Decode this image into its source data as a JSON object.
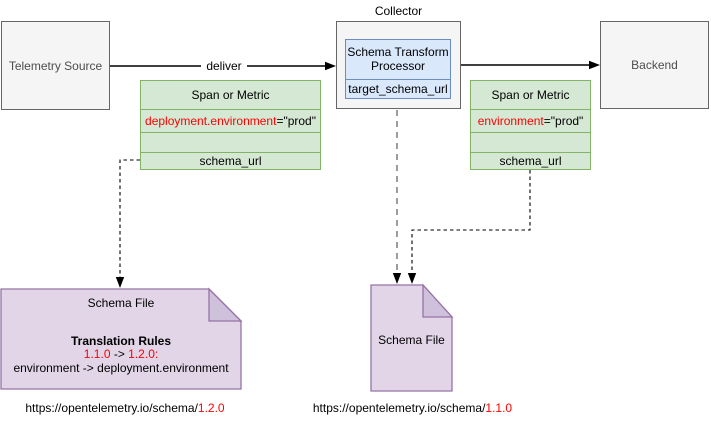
{
  "nodes": {
    "telemetry_source": "Telemetry Source",
    "backend": "Backend",
    "collector_label": "Collector",
    "processor_title": "Schema Transform Processor",
    "processor_row": "target_schema_url"
  },
  "edges": {
    "deliver_label": "deliver"
  },
  "span_tables": {
    "left": {
      "header": "Span or Metric",
      "attr_key": "deployment.environment",
      "attr_value": "=\"prod\"",
      "schema_row": "schema_url"
    },
    "right": {
      "header": "Span or Metric",
      "attr_key": "environment",
      "attr_value": "=\"prod\"",
      "schema_row": "schema_url"
    }
  },
  "schema_files": {
    "left": {
      "title": "Schema File",
      "rules_title": "Translation Rules",
      "rule_from": "1.1.0",
      "rule_sep": " -> ",
      "rule_to": "1.2.0:",
      "rule_detail": "environment -> deployment.environment"
    },
    "middle": {
      "title": "Schema File"
    }
  },
  "urls": {
    "left": {
      "base": "https://opentelemetry.io/schema/",
      "version": "1.2.0"
    },
    "right": {
      "base": "https://opentelemetry.io/schema/",
      "version": "1.1.0"
    }
  },
  "colors": {
    "red_text": "#ff0000",
    "green_fill": "#d5e8d4",
    "green_stroke": "#82b366",
    "blue_fill": "#dae8fc",
    "blue_stroke": "#6c8ebf",
    "purple_fill": "#e1d5e7",
    "purple_fold": "#cfc0dc",
    "purple_stroke": "#9673a6",
    "gray_fill": "#f5f5f5",
    "gray_stroke": "#666666",
    "dashed_gray": "#8c8c8c"
  }
}
